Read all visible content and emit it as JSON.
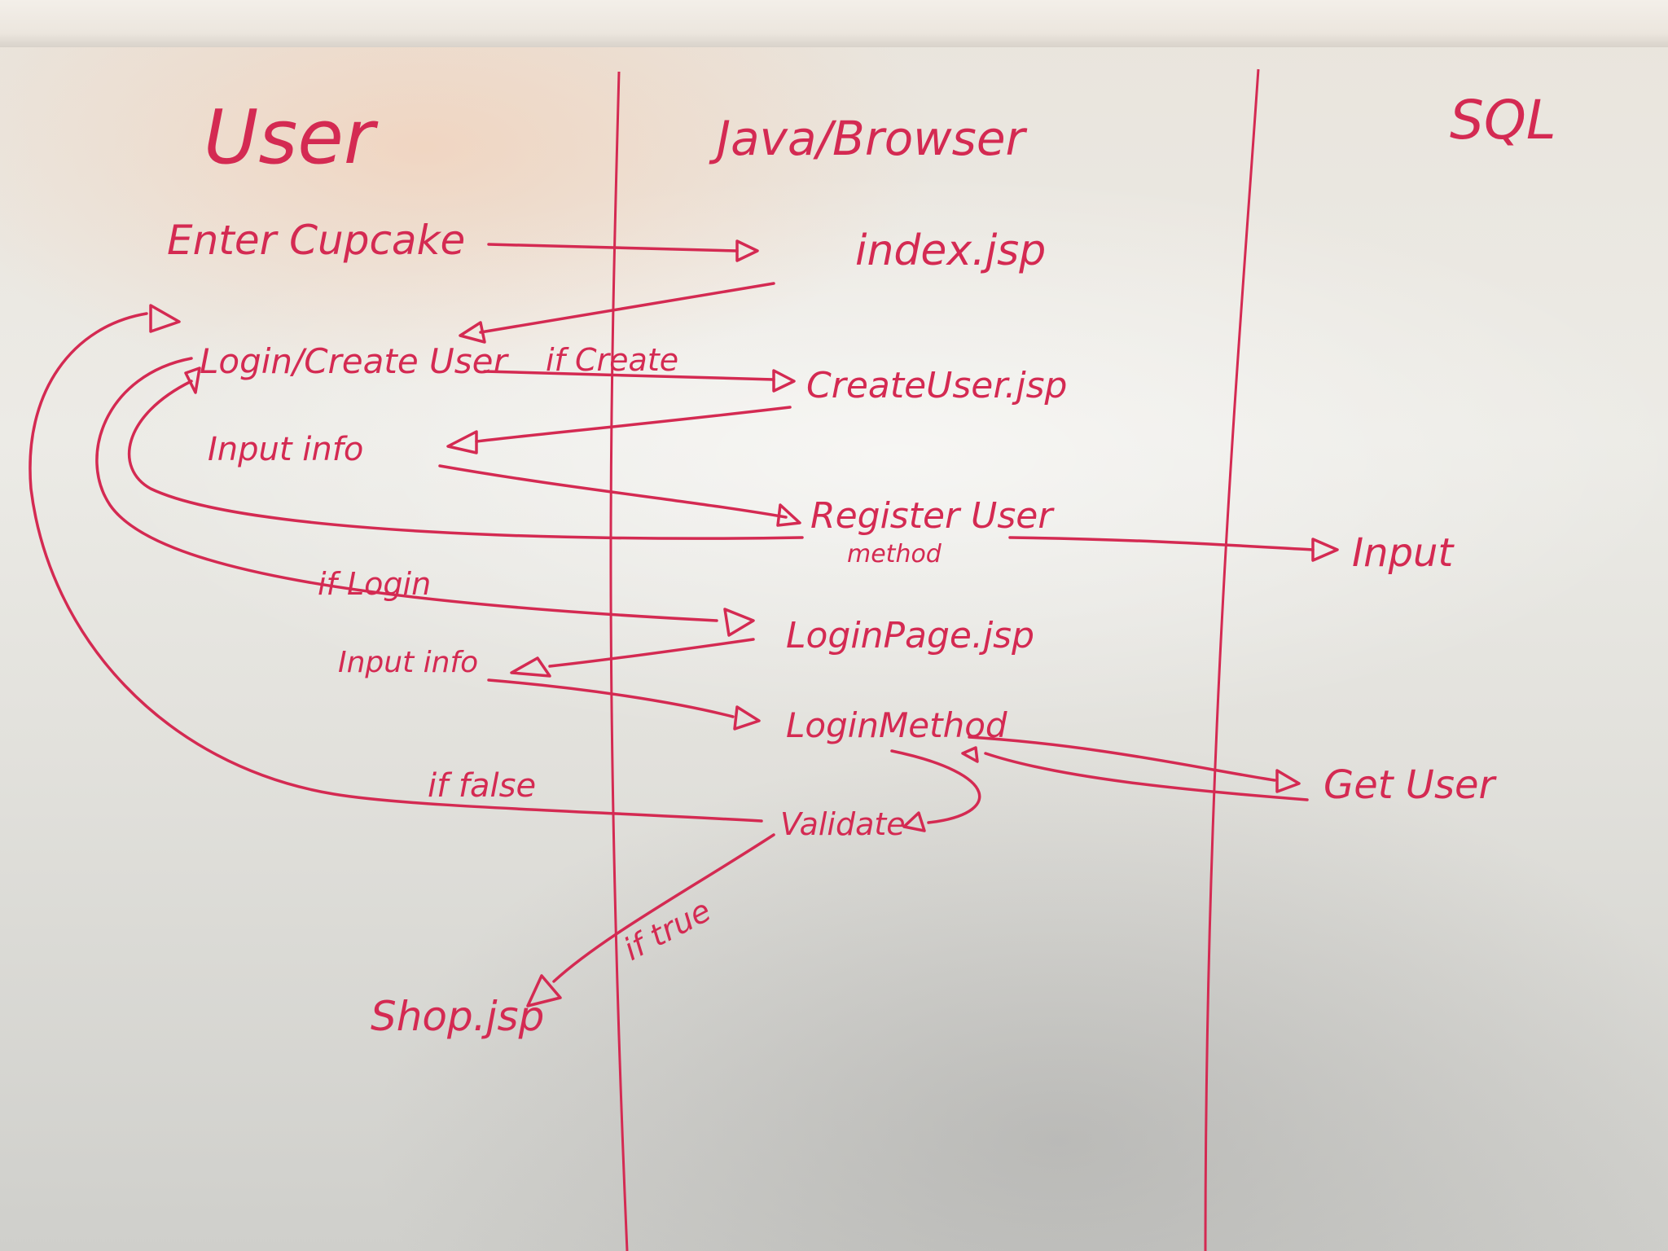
{
  "lanes": {
    "user": "User",
    "java_browser": "Java/Browser",
    "sql": "SQL"
  },
  "steps": {
    "enter_cupcake": "Enter Cupcake",
    "index_jsp": "index.jsp",
    "login_create_user": "Login/Create User",
    "if_create": "if Create",
    "create_user_jsp": "CreateUser.jsp",
    "input_info_1": "Input info",
    "register_user": "Register User",
    "register_method": "method",
    "sql_input": "Input",
    "if_login": "if Login",
    "login_page_jsp": "LoginPage.jsp",
    "input_info_2": "Input info",
    "login_method": "LoginMethod",
    "get_user": "Get User",
    "if_false": "if false",
    "validate": "Validate",
    "if_true": "if true",
    "shop_jsp": "Shop.jsp"
  },
  "colors": {
    "marker": "#d42a52",
    "board": "#ecebe6"
  }
}
